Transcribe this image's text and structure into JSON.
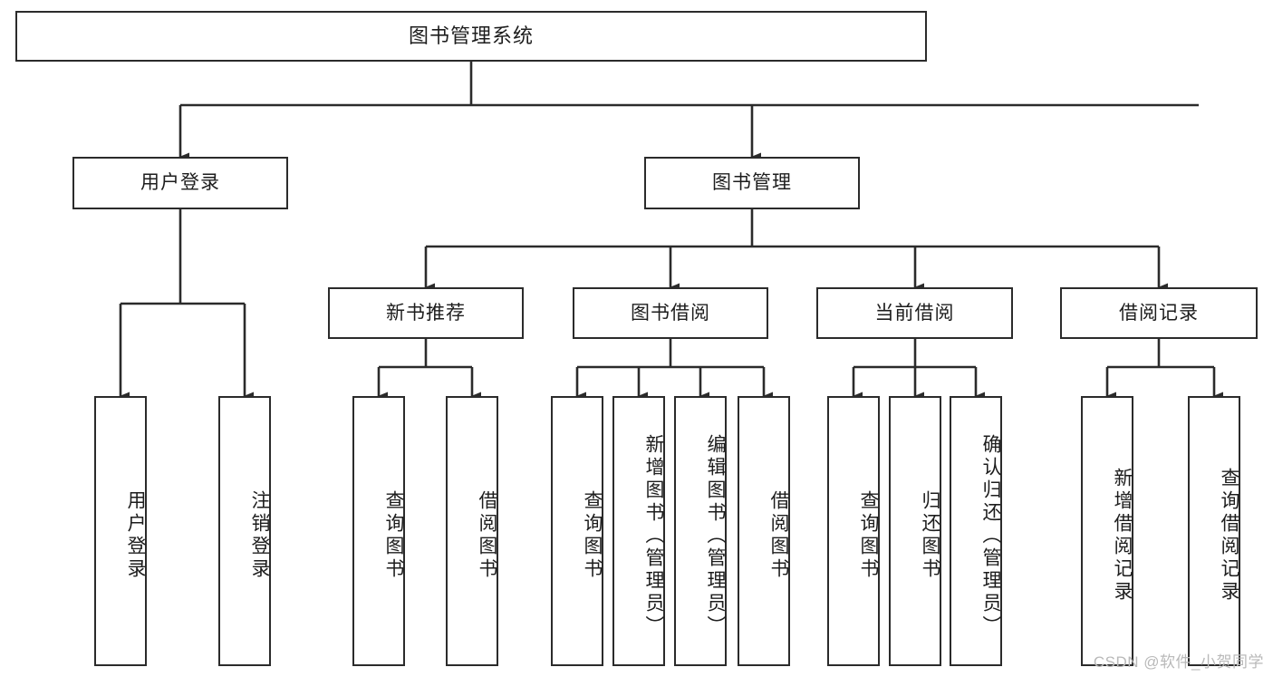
{
  "diagram": {
    "title": "图书管理系统",
    "root": {
      "label": "图书管理系统"
    },
    "level1": [
      {
        "label": "用户登录"
      },
      {
        "label": "图书管理"
      }
    ],
    "level2": [
      {
        "label": "新书推荐"
      },
      {
        "label": "图书借阅"
      },
      {
        "label": "当前借阅"
      },
      {
        "label": "借阅记录"
      }
    ],
    "leaves": {
      "user_login": [
        {
          "label": "用户登录"
        },
        {
          "label": "注销登录"
        }
      ],
      "new_book_recommend": [
        {
          "label": "查询图书"
        },
        {
          "label": "借阅图书"
        }
      ],
      "book_borrow": [
        {
          "label": "查询图书"
        },
        {
          "label": "新增图书（管理员）"
        },
        {
          "label": "编辑图书（管理员）"
        },
        {
          "label": "借阅图书"
        }
      ],
      "current_borrow": [
        {
          "label": "查询图书"
        },
        {
          "label": "归还图书"
        },
        {
          "label": "确认归还（管理员）"
        }
      ],
      "borrow_record": [
        {
          "label": "新增借阅记录"
        },
        {
          "label": "查询借阅记录"
        }
      ]
    }
  },
  "watermark": {
    "text": "CSDN @软件_小贺同学"
  },
  "colors": {
    "box_border": "#2b2b2b",
    "wire": "#2b2b2b",
    "text": "#1d1d1d",
    "background": "#ffffff",
    "watermark": "#b9b9b9"
  }
}
